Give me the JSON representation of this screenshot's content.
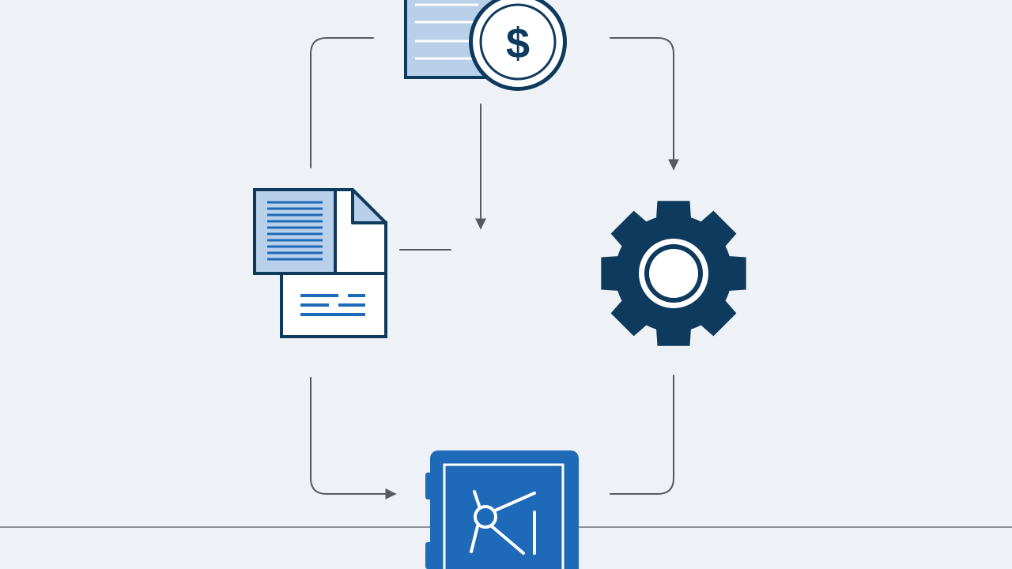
{
  "colors": {
    "background": "#eef2f6",
    "connector": "#555a60",
    "navy": "#0e3a5e",
    "brand_blue": "#1e6ab8",
    "light_blue": "#b9d0ea",
    "white": "#ffffff"
  },
  "nodes": [
    {
      "id": "invoice-payment",
      "icon": "invoice-dollar-icon"
    },
    {
      "id": "documents",
      "icon": "documents-icon"
    },
    {
      "id": "processing",
      "icon": "gear-icon"
    },
    {
      "id": "vault",
      "icon": "vault-icon"
    }
  ],
  "edges": [
    {
      "from": "invoice-payment",
      "to": "processing",
      "arrow": true
    },
    {
      "from": "invoice-payment",
      "to": "documents",
      "arrow": false
    },
    {
      "from": "invoice-payment",
      "to": "diagram-center",
      "arrow": true
    },
    {
      "from": "documents",
      "to": "diagram-center",
      "arrow": false
    },
    {
      "from": "documents",
      "to": "vault",
      "arrow": true
    },
    {
      "from": "processing",
      "to": "vault",
      "arrow": false
    }
  ]
}
